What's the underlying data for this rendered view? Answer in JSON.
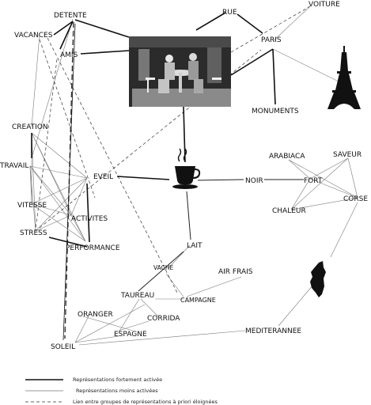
{
  "nodes": {
    "detente": "DETENTE",
    "vacances": "VACANCES",
    "amis": "AMIS",
    "rue": "RUE",
    "voiture": "VOITURE",
    "paris": "PARIS",
    "monuments": "MONUMENTS",
    "creation": "CREATION",
    "travail": "TRAVAIL",
    "eveil": "EVEIL",
    "vitesse": "VITESSE",
    "activites": "ACTIVITES",
    "stress": "STRESS",
    "performance": "PERFORMANCE",
    "noir": "NOIR",
    "arabiaca": "ARABIACA",
    "saveur": "SAVEUR",
    "fort": "FORT",
    "corse": "CORSE",
    "chaleur": "CHALEUR",
    "lait": "LAIT",
    "vache": "VACHE",
    "air_frais": "AIR FRAIS",
    "taureau": "TAUREAU",
    "campagne": "CAMPAGNE",
    "oranger": "ORANGER",
    "corrida": "CORRIDA",
    "espagne": "ESPAGNE",
    "soleil": "SOLEIL",
    "mediterannee": "MEDITERANNEE"
  },
  "legend": {
    "strong": "Représentations fortement activée",
    "weak": "Représentations moins activées",
    "distant": "Lien entre groupes de représentations à priori éloignées"
  },
  "colors": {
    "ink": "#111111",
    "weak_link": "#777777"
  },
  "icons": [
    "cafe-photo",
    "coffee-cup-icon",
    "eiffel-tower-icon",
    "corsica-map-icon"
  ]
}
